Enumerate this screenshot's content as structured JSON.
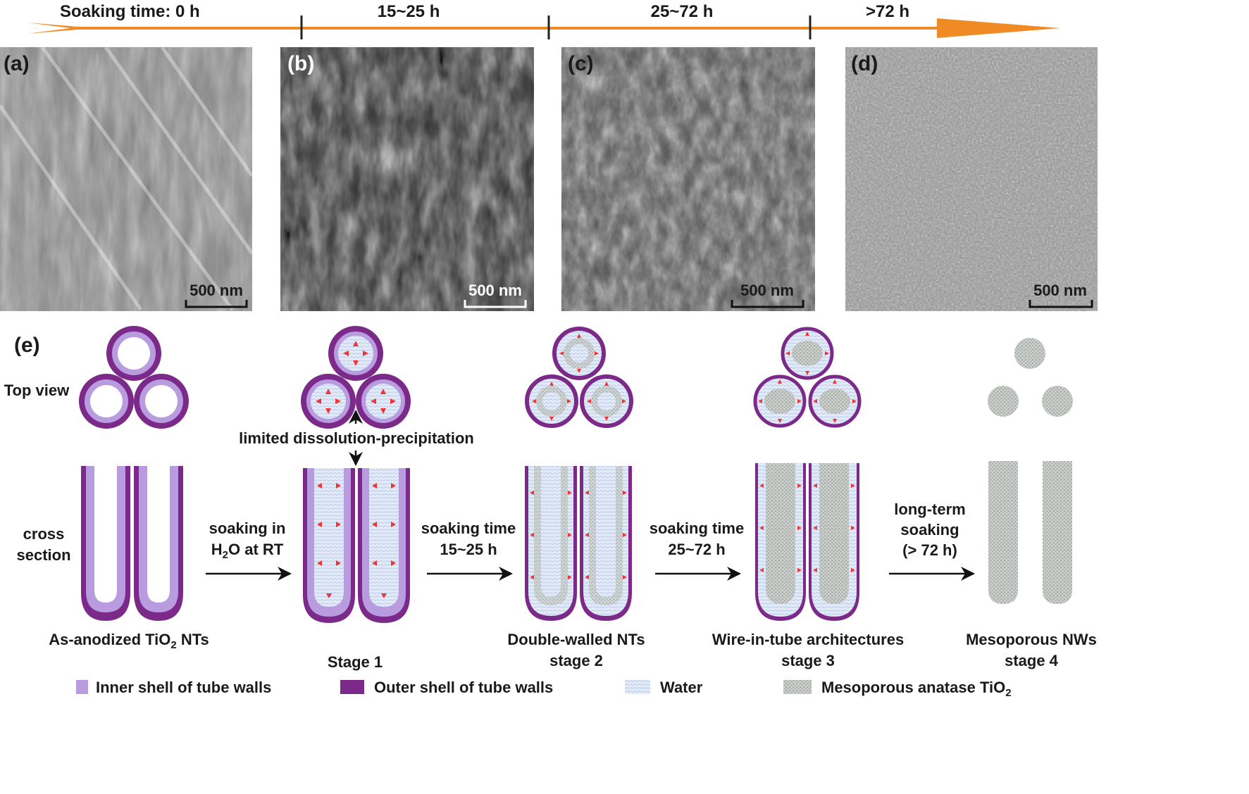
{
  "timeline": {
    "labels": [
      "Soaking time: 0 h",
      "15~25 h",
      "25~72 h",
      ">72 h"
    ]
  },
  "panels": [
    {
      "letter": "(a)",
      "scale": "500 nm"
    },
    {
      "letter": "(b)",
      "scale": "500 nm"
    },
    {
      "letter": "(c)",
      "scale": "500 nm"
    },
    {
      "letter": "(d)",
      "scale": "500 nm"
    }
  ],
  "scheme": {
    "letter": "(e)",
    "top_view": "Top view",
    "cross_section": [
      "cross",
      "section"
    ],
    "dissolution": "limited dissolution-precipitation",
    "arrows": [
      {
        "line1": "soaking in",
        "line2_main": "H",
        "line2_sub": "2",
        "line2_rest": "O at RT"
      },
      {
        "line1": "soaking time",
        "line2": "15~25 h"
      },
      {
        "line1": "soaking time",
        "line2": "25~72 h"
      },
      {
        "line1": "long-term",
        "line2": "soaking",
        "line3": "(> 72 h)"
      }
    ],
    "captions": [
      {
        "line1_main": "As-anodized TiO",
        "line1_sub": "2",
        "line1_rest": " NTs"
      },
      {
        "line1": "Stage 1"
      },
      {
        "line1": "Double-walled NTs",
        "line2": "stage 2"
      },
      {
        "line1": "Wire-in-tube architectures",
        "line2": "stage 3"
      },
      {
        "line1": "Mesoporous NWs",
        "line2": "stage 4"
      }
    ]
  },
  "legend": [
    {
      "label": "Inner shell of tube walls",
      "color": "#b99be0"
    },
    {
      "label": "Outer shell of tube walls",
      "color": "#7b2a8a"
    },
    {
      "label": "Water",
      "color": "#dfe8f8"
    },
    {
      "label_main": "Mesoporous anatase TiO",
      "label_sub": "2",
      "color": "#b9bdb9"
    }
  ],
  "colors": {
    "timeline": "#f08a24",
    "inner_shell": "#b99be0",
    "outer_shell": "#7b2a8a",
    "water": "#dfe8f8",
    "mesoporous": "#b9bdb9",
    "growth_arrow": "#ee3434"
  }
}
